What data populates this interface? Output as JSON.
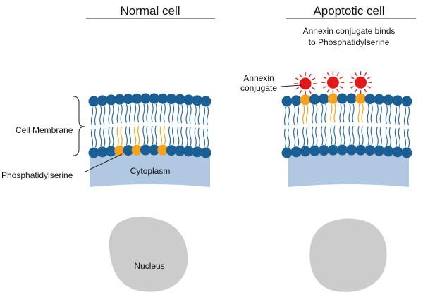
{
  "panels": {
    "normal": {
      "title": "Normal cell",
      "labels": {
        "cell_membrane": "Cell Membrane",
        "phosphatidylserine": "Phosphatidylserine",
        "cytoplasm": "Cytoplasm",
        "nucleus": "Nucleus"
      }
    },
    "apoptotic": {
      "title": "Apoptotic cell",
      "caption_line1": "Annexin conjugate binds",
      "caption_line2": "to Phosphatidylserine",
      "annexin_label_line1": "Annexin",
      "annexin_label_line2": "conjugate"
    }
  },
  "colors": {
    "lipid_head": "#1a5e94",
    "lipid_tail": "#2c6fa0",
    "phosphatidylserine": "#f5a31f",
    "cytoplasm": "#b0c8e1",
    "nucleus": "#cccccc",
    "annexin": "#e31818"
  }
}
